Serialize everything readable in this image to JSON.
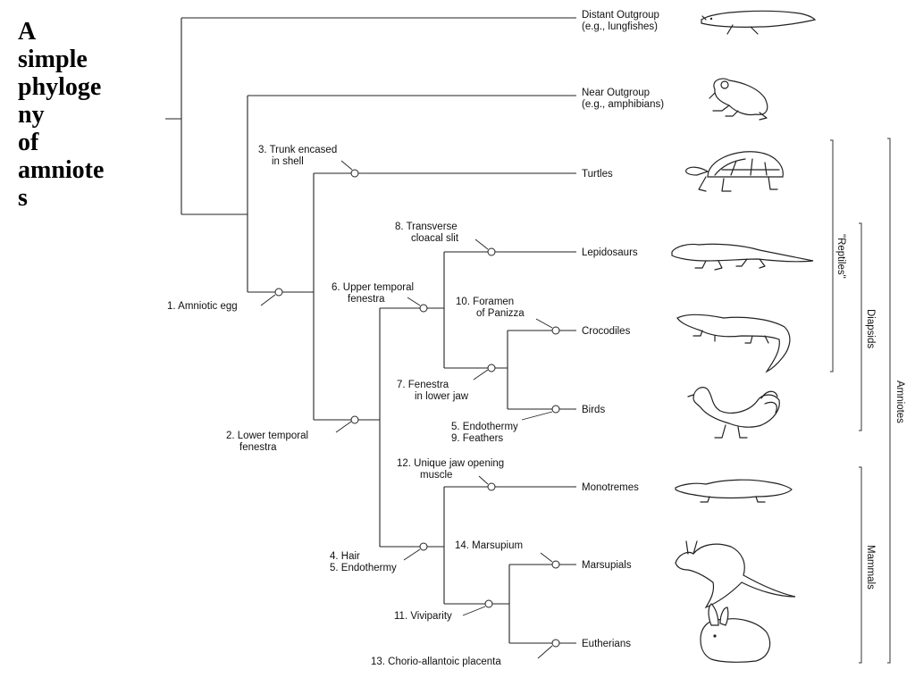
{
  "title_lines": [
    "A",
    "simple",
    "phyloge",
    "ny",
    "of",
    "amniote",
    "s"
  ],
  "taxa": [
    {
      "lines": [
        "Distant Outgroup",
        "(e.g., lungfishes)"
      ],
      "icon": "lungfish-icon"
    },
    {
      "lines": [
        "Near Outgroup",
        "(e.g., amphibians)"
      ],
      "icon": "frog-icon"
    },
    {
      "lines": [
        "Turtles"
      ],
      "icon": "tortoise-icon"
    },
    {
      "lines": [
        "Lepidosaurs"
      ],
      "icon": "lizard-icon"
    },
    {
      "lines": [
        "Crocodiles"
      ],
      "icon": "crocodile-icon"
    },
    {
      "lines": [
        "Birds"
      ],
      "icon": "rooster-icon"
    },
    {
      "lines": [
        "Monotremes"
      ],
      "icon": "platypus-icon"
    },
    {
      "lines": [
        "Marsupials"
      ],
      "icon": "kangaroo-icon"
    },
    {
      "lines": [
        "Eutherians"
      ],
      "icon": "rabbit-icon"
    }
  ],
  "characters": [
    {
      "id": 1,
      "lines": [
        "1. Amniotic egg"
      ]
    },
    {
      "id": 2,
      "lines": [
        "2. Lower temporal",
        "fenestra"
      ]
    },
    {
      "id": 3,
      "lines": [
        "3. Trunk encased",
        "in shell"
      ]
    },
    {
      "id": 4,
      "lines": [
        "4. Hair",
        "5. Endothermy"
      ]
    },
    {
      "id": 5,
      "lines": [
        "5. Endothermy",
        "9. Feathers"
      ]
    },
    {
      "id": 6,
      "lines": [
        "6. Upper temporal",
        "fenestra"
      ]
    },
    {
      "id": 7,
      "lines": [
        "7.  Fenestra",
        "in lower jaw"
      ]
    },
    {
      "id": 8,
      "lines": [
        "8. Transverse",
        "cloacal slit"
      ]
    },
    {
      "id": 10,
      "lines": [
        "10. Foramen",
        "of Panizza"
      ]
    },
    {
      "id": 11,
      "lines": [
        "11. Viviparity"
      ]
    },
    {
      "id": 12,
      "lines": [
        "12. Unique jaw opening",
        "muscle"
      ]
    },
    {
      "id": 13,
      "lines": [
        "13. Chorio-allantoic placenta"
      ]
    },
    {
      "id": 14,
      "lines": [
        "14. Marsupium"
      ]
    }
  ],
  "groups": [
    {
      "label": "\"Reptiles\""
    },
    {
      "label": "Diapsids"
    },
    {
      "label": "Amniotes"
    },
    {
      "label": "Mammals"
    }
  ]
}
